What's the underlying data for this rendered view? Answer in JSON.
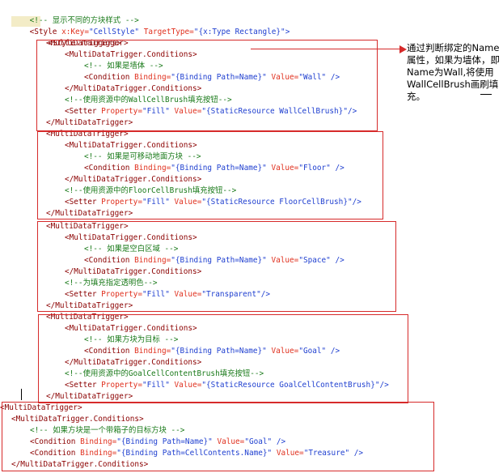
{
  "code": {
    "line_comment_header": "<!-- 显示不同的方块样式 -->",
    "style_open_tag": "<Style",
    "style_key_attr": " x:Key=",
    "style_key_val": "\"CellStyle\"",
    "style_target_attr": " TargetType=",
    "style_target_val": "\"{x:Type Rectangle}\"",
    "style_close": ">",
    "triggers_open": "<Style.Triggers>",
    "mdt_open": "<MultiDataTrigger>",
    "mdt_close": "</MultiDataTrigger>",
    "cond_open": "<MultiDataTrigger.Conditions>",
    "cond_close": "</MultiDataTrigger.Conditions>",
    "condition_tag": "<Condition",
    "binding_attr": " Binding=",
    "value_attr": " Value=",
    "self_close": " />",
    "self_close2": "/>",
    "setter_tag": "<Setter",
    "property_attr": " Property=",
    "fill_val": "\"Fill\"",
    "binding_name": "\"{Binding Path=Name}\"",
    "binding_contents": "\"{Binding Path=CellContents.Name}\"",
    "block1": {
      "comment": "<!-- 如果是墙体 -->",
      "value": "\"Wall\"",
      "setter_comment": "<!--使用资源中的WallCellBrush填充按钮-->",
      "setter_value": "\"{StaticResource WallCellBrush}\""
    },
    "block2": {
      "comment": "<!-- 如果是可移动地面方块 -->",
      "value": "\"Floor\"",
      "setter_comment": "<!--使用资源中的FloorCellBrush填充按钮-->",
      "setter_value": "\"{StaticResource FloorCellBrush}\""
    },
    "block3": {
      "comment": "<!-- 如果是空白区域 -->",
      "value": "\"Space\"",
      "setter_comment": "<!--为填充指定透明色-->",
      "setter_value": "\"Transparent\""
    },
    "block4": {
      "comment": "<!-- 如果方块为目标 -->",
      "value": "\"Goal\"",
      "setter_comment": "<!--使用资源中的GoalCellContentBrush填充按钮-->",
      "setter_value": "\"{StaticResource GoalCellContentBrush}\""
    },
    "block5": {
      "comment": "<!-- 如果方块是一个带箱子的目标方块 -->",
      "value1": "\"Goal\"",
      "value2": "\"Treasure\""
    }
  },
  "annotation": {
    "text": "通过判断绑定的Name属性，如果为墙体，即Name为Wall,将使用 WallCellBrush画刷填充。"
  },
  "colors": {
    "highlight_box": "#d62a2a",
    "tag": "#8b0000",
    "attribute": "#e0301e",
    "value": "#2040d0",
    "comment": "#1a7a1a"
  }
}
